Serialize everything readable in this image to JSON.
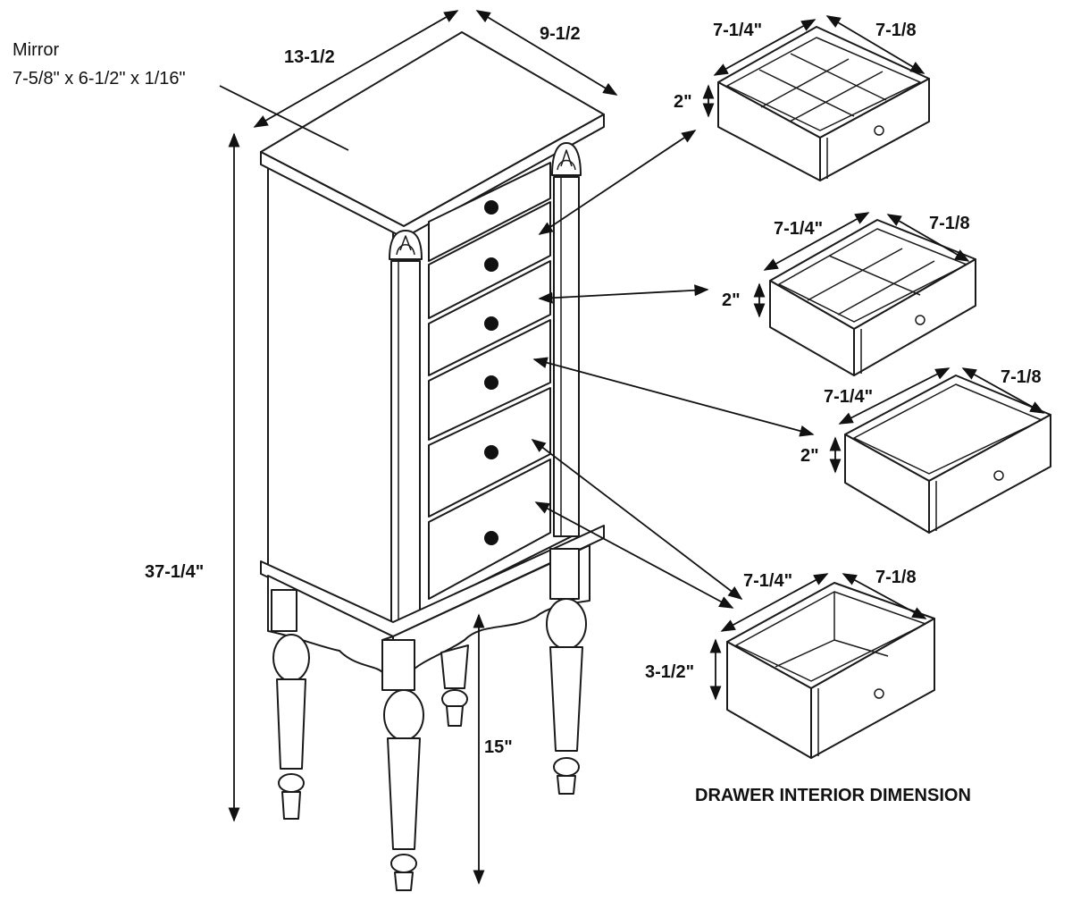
{
  "mirror": {
    "title": "Mirror",
    "size": "7-5/8\" x 6-1/2\" x 1/16\""
  },
  "cabinet": {
    "width": "13-1/2",
    "depth": "9-1/2",
    "height": "37-1/4\"",
    "leg_height": "15\""
  },
  "drawers": [
    {
      "width": "7-1/4\"",
      "depth": "7-1/8",
      "height": "2\"",
      "compartments": "9"
    },
    {
      "width": "7-1/4\"",
      "depth": "7-1/8",
      "height": "2\"",
      "compartments": "6"
    },
    {
      "width": "7-1/4\"",
      "depth": "7-1/8",
      "height": "2\"",
      "compartments": "1"
    },
    {
      "width": "7-1/4\"",
      "depth": "7-1/8",
      "height": "3-1/2\"",
      "compartments": "1"
    }
  ],
  "caption": "DRAWER INTERIOR DIMENSION"
}
